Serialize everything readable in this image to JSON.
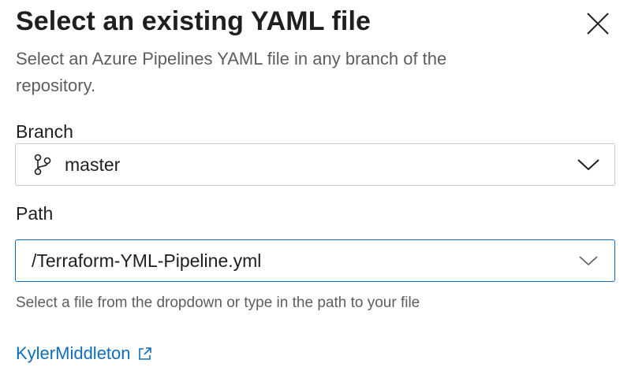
{
  "dialog": {
    "title": "Select an existing YAML file",
    "description": "Select an Azure Pipelines YAML file in any branch of the repository."
  },
  "branch": {
    "label": "Branch",
    "value": "master",
    "icon": "git-branch-icon"
  },
  "path": {
    "label": "Path",
    "value": "/Terraform-YML-Pipeline.yml",
    "helper": "Select a file from the dropdown or type in the path to your file"
  },
  "link": {
    "text": "KylerMiddleton",
    "icon": "external-link-icon"
  },
  "colors": {
    "accent": "#106ebe",
    "text": "#201f1e",
    "secondary_text": "#605e5c",
    "border": "#c8c6c4"
  }
}
